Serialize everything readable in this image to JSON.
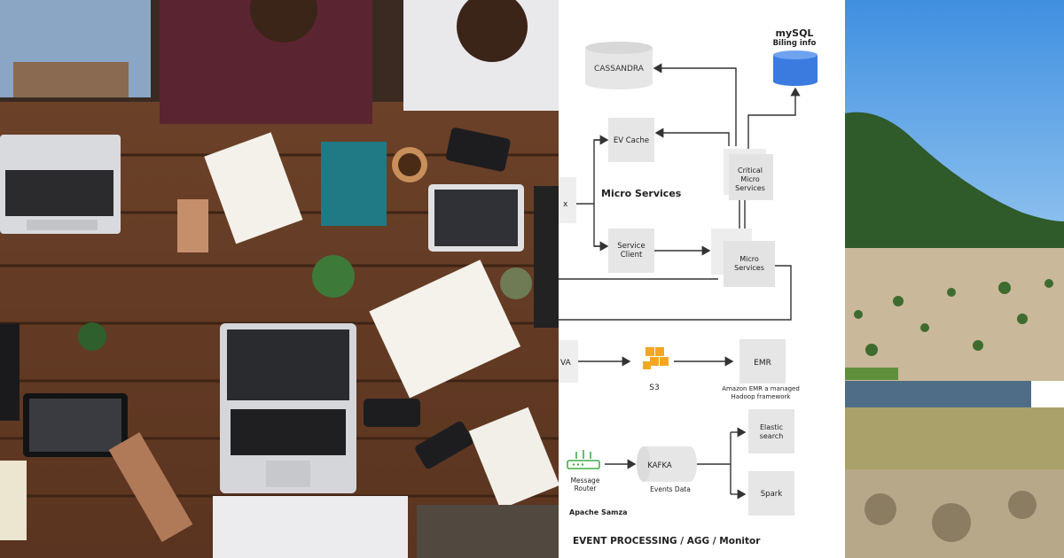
{
  "diagram": {
    "nodes": {
      "cassandra": "CASSANDRA",
      "mysql_title": "mySQL",
      "mysql_sub": "Biling info",
      "ev_cache": [
        "EV Cache"
      ],
      "critical_micro": [
        "Critical",
        "Micro",
        "Services"
      ],
      "micro_services_label": "Micro Services",
      "service_client": [
        "Service",
        "Client"
      ],
      "micro_services": [
        "Micro",
        "Services"
      ],
      "left_stub_x": "x",
      "left_stub_va": "VA",
      "s3": "S3",
      "emr": "EMR",
      "emr_caption": [
        "Amazon EMR a managed",
        "Hadoop framework"
      ],
      "message_router": [
        "Message",
        "Router"
      ],
      "kafka": "KAFKA",
      "events_data": "Events Data",
      "elastic": [
        "Elastic",
        "search"
      ],
      "spark": "Spark",
      "apache_samza": "Apache Samza",
      "footer": "EVENT PROCESSING / AGG / Monitor"
    },
    "colors": {
      "box": "#e6e6e6",
      "mysql": "#3b7be0",
      "s3": "#f5a623",
      "router": "#3fae49",
      "line": "#333333"
    }
  },
  "photos": {
    "left": "office-table-photo",
    "right": "hillside-lake-photo"
  }
}
